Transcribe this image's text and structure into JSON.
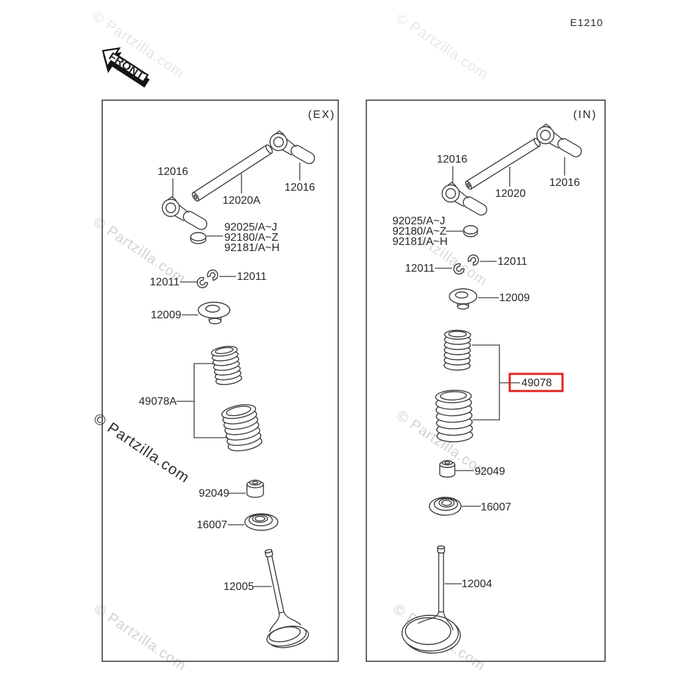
{
  "header": {
    "diagram_code": "E1210",
    "front_label": "FRONT"
  },
  "watermark": {
    "text": "© Partzilla.com"
  },
  "colors": {
    "highlight": "#e32219",
    "line": "#3a3a3a",
    "watermark_light": "#cfd6d8",
    "watermark_dark": "#2f2f2f"
  },
  "panels": {
    "ex": {
      "corner_label": "(EX)",
      "rocker_arm_left": "12016",
      "rocker_arm_right": "12016",
      "rocker_shaft": "12020A",
      "shim_row1": "92025/A~J",
      "shim_row2": "92180/A~Z",
      "shim_row3": "92181/A~H",
      "cotter_left": "12011",
      "cotter_right": "12011",
      "spring_retainer": "12009",
      "valve_spring_set": "49078A",
      "oil_seal": "92049",
      "spring_seat": "16007",
      "valve": "12005"
    },
    "in": {
      "corner_label": "(IN)",
      "rocker_arm_left": "12016",
      "rocker_arm_right": "12016",
      "rocker_shaft": "12020",
      "shim_row1": "92025/A~J",
      "shim_row2": "92180/A~Z",
      "shim_row3": "92181/A~H",
      "cotter_left": "12011",
      "cotter_right": "12011",
      "spring_retainer": "12009",
      "valve_spring_set": "49078",
      "valve_spring_set_highlighted": true,
      "oil_seal": "92049",
      "spring_seat": "16007",
      "valve": "12004"
    }
  }
}
